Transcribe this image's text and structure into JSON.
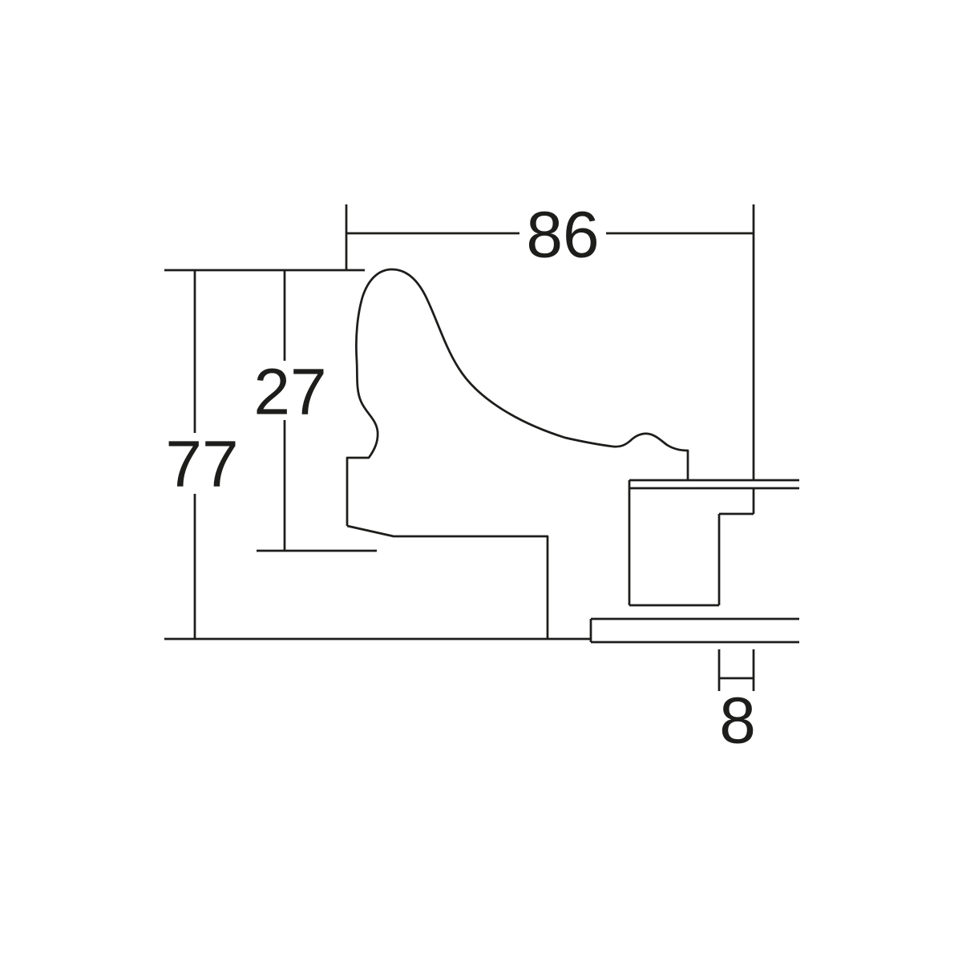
{
  "diagram": {
    "background_color": "#ffffff",
    "line_color": "#1d1d1b",
    "dimensions": {
      "top_width": {
        "label": "86"
      },
      "total_height": {
        "label": "77"
      },
      "inner_height": {
        "label": "27"
      },
      "bottom_width": {
        "label": "8"
      }
    }
  }
}
